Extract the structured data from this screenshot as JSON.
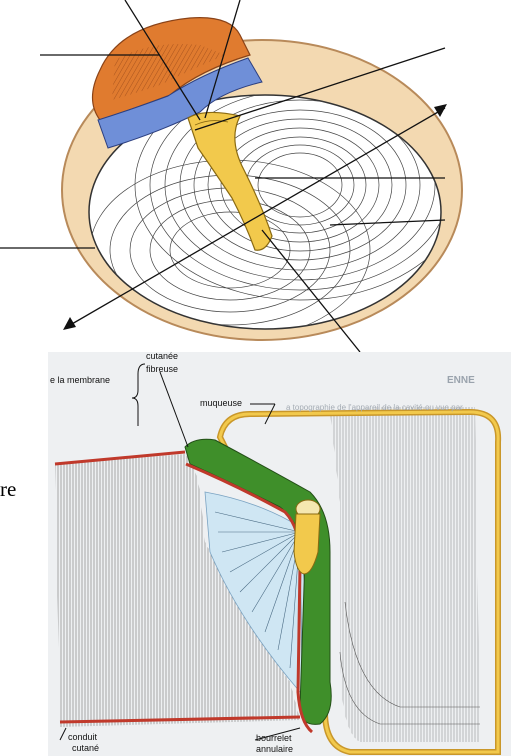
{
  "figure_bottom": {
    "labels": {
      "cutanee": "cutanée",
      "membrane": "e la membrane",
      "fibreuse": "fibreuse",
      "muqueuse": "muqueuse",
      "conduit_1": "conduit",
      "conduit_2": "cutané",
      "bourrelet_1": "bourrelet",
      "bourrelet_2": "annulaire",
      "side_fragment": "re"
    },
    "faded_text": {
      "heading": "ENNE",
      "line": "a topographie de l'appareil de la cavité ou vue par"
    }
  },
  "colors": {
    "skin": "#f3d9b1",
    "skin_edge": "#b88a5a",
    "orange": "#e07b2f",
    "blue": "#6f8fd8",
    "yellow": "#f2c94c",
    "green": "#3f8f2a",
    "red_layer": "#c0392b",
    "light_blue": "#cfe6f3"
  }
}
